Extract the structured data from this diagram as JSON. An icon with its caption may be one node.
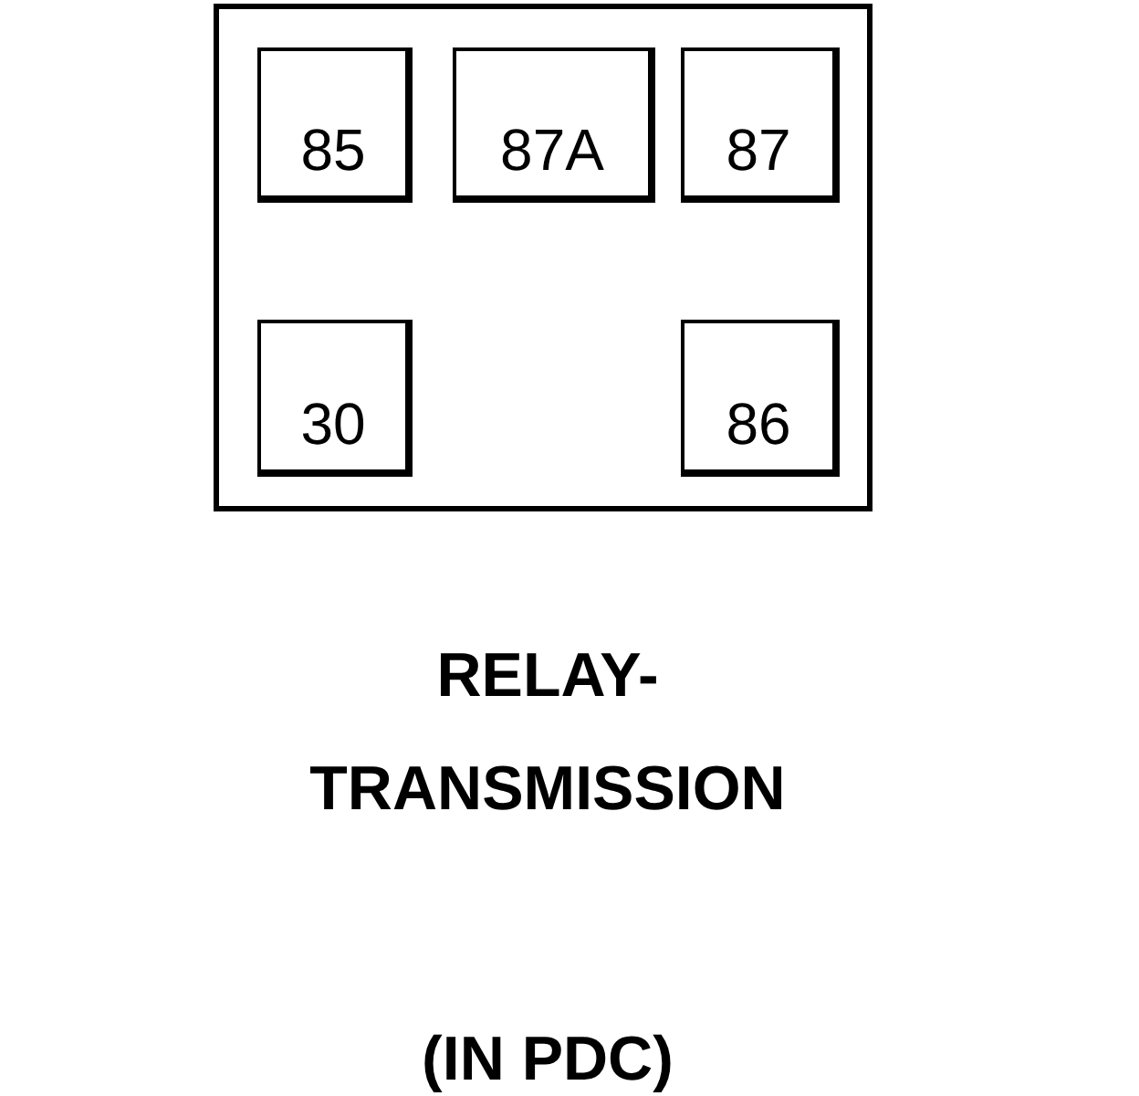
{
  "diagram": {
    "nodes": [
      {
        "text": [],
        "shape": "box"
      },
      {
        "text": [
          "85"
        ],
        "in": 0
      },
      {
        "text": [
          "87A"
        ],
        "in": 0
      },
      {
        "text": [
          "87"
        ],
        "in": 0
      },
      {
        "text": [
          "30"
        ],
        "in": 0
      },
      {
        "text": [
          "86"
        ],
        "in": 0
      }
    ],
    "labels": [
      "RELAY- TRANSMISSION",
      "(IN PDC)"
    ]
  }
}
